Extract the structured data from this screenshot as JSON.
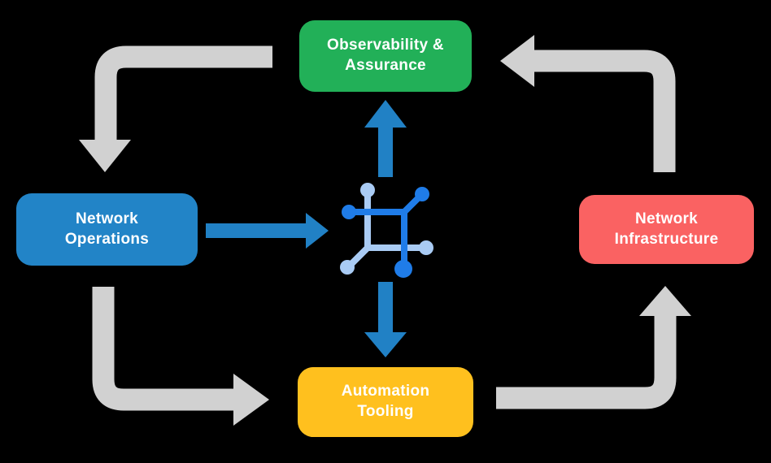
{
  "diagram": {
    "background": "#000000",
    "text_color": "#FFFFFF",
    "nodes": {
      "observability": {
        "label": "Observability & Assurance",
        "color": "#22B058"
      },
      "operations": {
        "label": "Network Operations",
        "color": "#2284C7"
      },
      "infrastructure": {
        "label": "Network Infrastructure",
        "color": "#FA6262"
      },
      "automation": {
        "label": "Automation Tooling",
        "color": "#FFC01E"
      }
    },
    "center_icon": {
      "name": "network-mesh-icon",
      "color_primary": "#1F7CE8",
      "color_secondary": "#A9CBF4"
    },
    "arrows": {
      "cycle_color": "#D1D1D1",
      "flow_color": "#2181C5",
      "cycle": [
        {
          "from": "observability",
          "to": "operations"
        },
        {
          "from": "operations",
          "to": "automation"
        },
        {
          "from": "automation",
          "to": "infrastructure"
        },
        {
          "from": "infrastructure",
          "to": "observability"
        }
      ],
      "flows": [
        {
          "from": "operations",
          "to": "center-icon"
        },
        {
          "from": "center-icon",
          "to": "observability"
        },
        {
          "from": "center-icon",
          "to": "automation"
        }
      ]
    }
  }
}
